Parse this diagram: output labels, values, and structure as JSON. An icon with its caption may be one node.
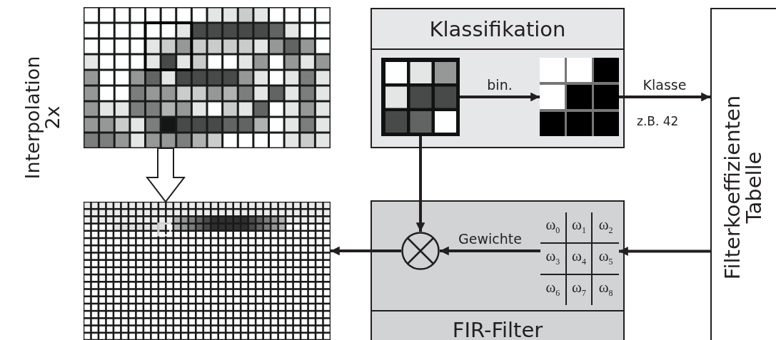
{
  "diagram": {
    "nodes": [
      {
        "text": [
          "Klassifikation"
        ]
      },
      {
        "text": [],
        "shape": "box",
        "in": 0
      },
      {
        "text": [],
        "shape": "box",
        "in": 0
      },
      {
        "text": [
          "Filterkoeffizienten Tabelle"
        ]
      },
      {
        "text": [
          "FIR-Filter"
        ]
      },
      {
        "text": [],
        "shape": "circle",
        "in": 4
      },
      {
        "text": [
          "ω$_{0}$",
          "ω$_{1}$",
          "ω$_{2}$",
          "ω$_{3}$",
          "ω$_{4}$",
          "ω$_{5}$",
          "ω$_{6}$",
          "ω$_{7}$",
          "ω$_{8}$"
        ],
        "in": 4
      },
      {
        "text": [],
        "shape": "picture"
      },
      {
        "text": [],
        "shape": "picture"
      }
    ],
    "edges": [
      {
        "from": 1,
        "to": 2,
        "arrow": "to",
        "label": "bin."
      },
      {
        "from": 2,
        "to": 3,
        "arrow": "to",
        "label": "Klasse"
      },
      {
        "from": 1,
        "to": 5,
        "arrow": "to"
      },
      {
        "from": 3,
        "to": 6,
        "arrow": "to"
      },
      {
        "from": 6,
        "to": 5,
        "arrow": "to",
        "label": "Gewichte"
      },
      {
        "from": 5,
        "to": 8,
        "arrow": "to"
      },
      {
        "from": 7,
        "to": 8,
        "arrow": "to",
        "style": "thick"
      }
    ],
    "labels": [
      "z.B. 42",
      "Interpolation 2x"
    ]
  }
}
